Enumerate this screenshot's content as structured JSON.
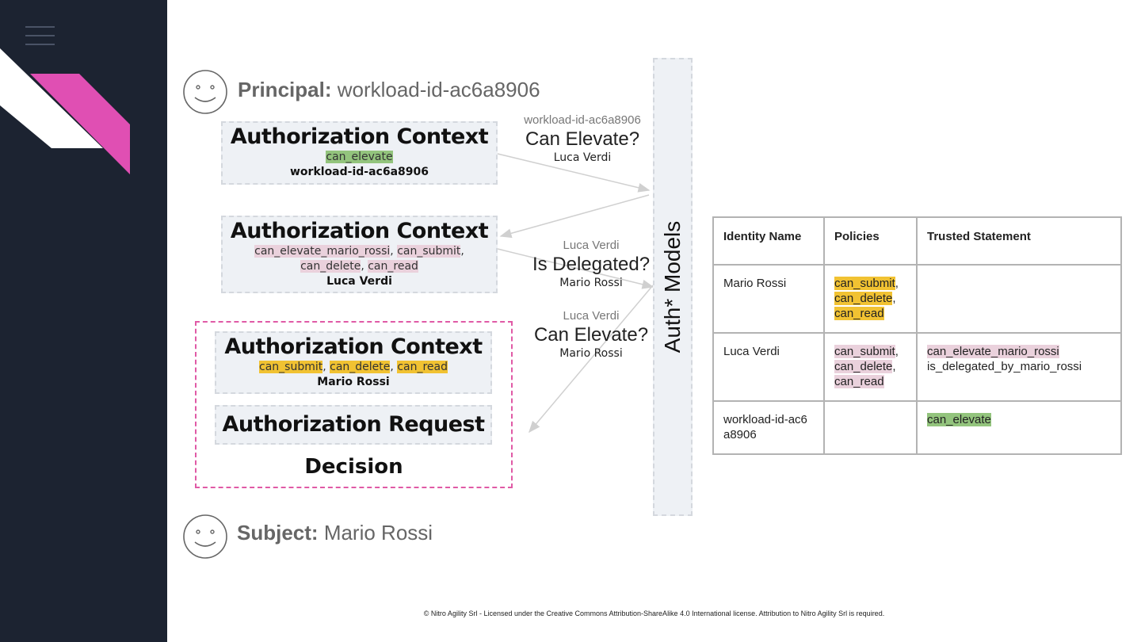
{
  "principal": {
    "label": "Principal:",
    "name": "workload-id-ac6a8906"
  },
  "subject": {
    "label": "Subject:",
    "name": "Mario Rossi"
  },
  "contexts": [
    {
      "title": "Authorization Context",
      "policies": [
        "can_elevate"
      ],
      "owner": "workload-id-ac6a8906"
    },
    {
      "title": "Authorization Context",
      "policies": [
        "can_elevate_mario_rossi",
        "can_submit",
        "can_delete",
        "can_read"
      ],
      "owner": "Luca Verdi"
    },
    {
      "title": "Authorization Context",
      "policies": [
        "can_submit",
        "can_delete",
        "can_read"
      ],
      "owner": "Mario Rossi"
    }
  ],
  "request": {
    "title": "Authorization Request"
  },
  "decision": {
    "label": "Decision"
  },
  "questions": [
    {
      "from": "workload-id-ac6a8906",
      "question": "Can Elevate?",
      "to": "Luca Verdi"
    },
    {
      "from": "Luca Verdi",
      "question": "Is Delegated?",
      "to": "Mario Rossi"
    },
    {
      "from": "Luca Verdi",
      "question": "Can Elevate?",
      "to": "Mario Rossi"
    }
  ],
  "models": {
    "label": "Auth* Models"
  },
  "table": {
    "headers": [
      "Identity Name",
      "Policies",
      "Trusted Statement"
    ],
    "rows": [
      {
        "identity": "Mario Rossi",
        "policies": [
          "can_submit",
          "can_delete",
          "can_read"
        ],
        "statements": []
      },
      {
        "identity": "Luca Verdi",
        "policies": [
          "can_submit",
          "can_delete",
          "can_read"
        ],
        "statements": [
          "can_elevate_mario_rossi",
          "is_delegated_by_mario_rossi"
        ]
      },
      {
        "identity_lines": [
          "workload-id-ac6",
          "a8906"
        ],
        "policies": [],
        "statements": [
          "can_elevate"
        ]
      }
    ]
  },
  "highlight_colors": {
    "green": "#93c47d",
    "yellow": "#f1c232",
    "pink": "#ead1dc",
    "decision_border": "#e05aa6",
    "logo_pink": "#e04fb3"
  },
  "footer": "© Nitro Agility Srl - Licensed under the Creative Commons Attribution-ShareAlike 4.0 International license. Attribution to Nitro Agility Srl is required."
}
